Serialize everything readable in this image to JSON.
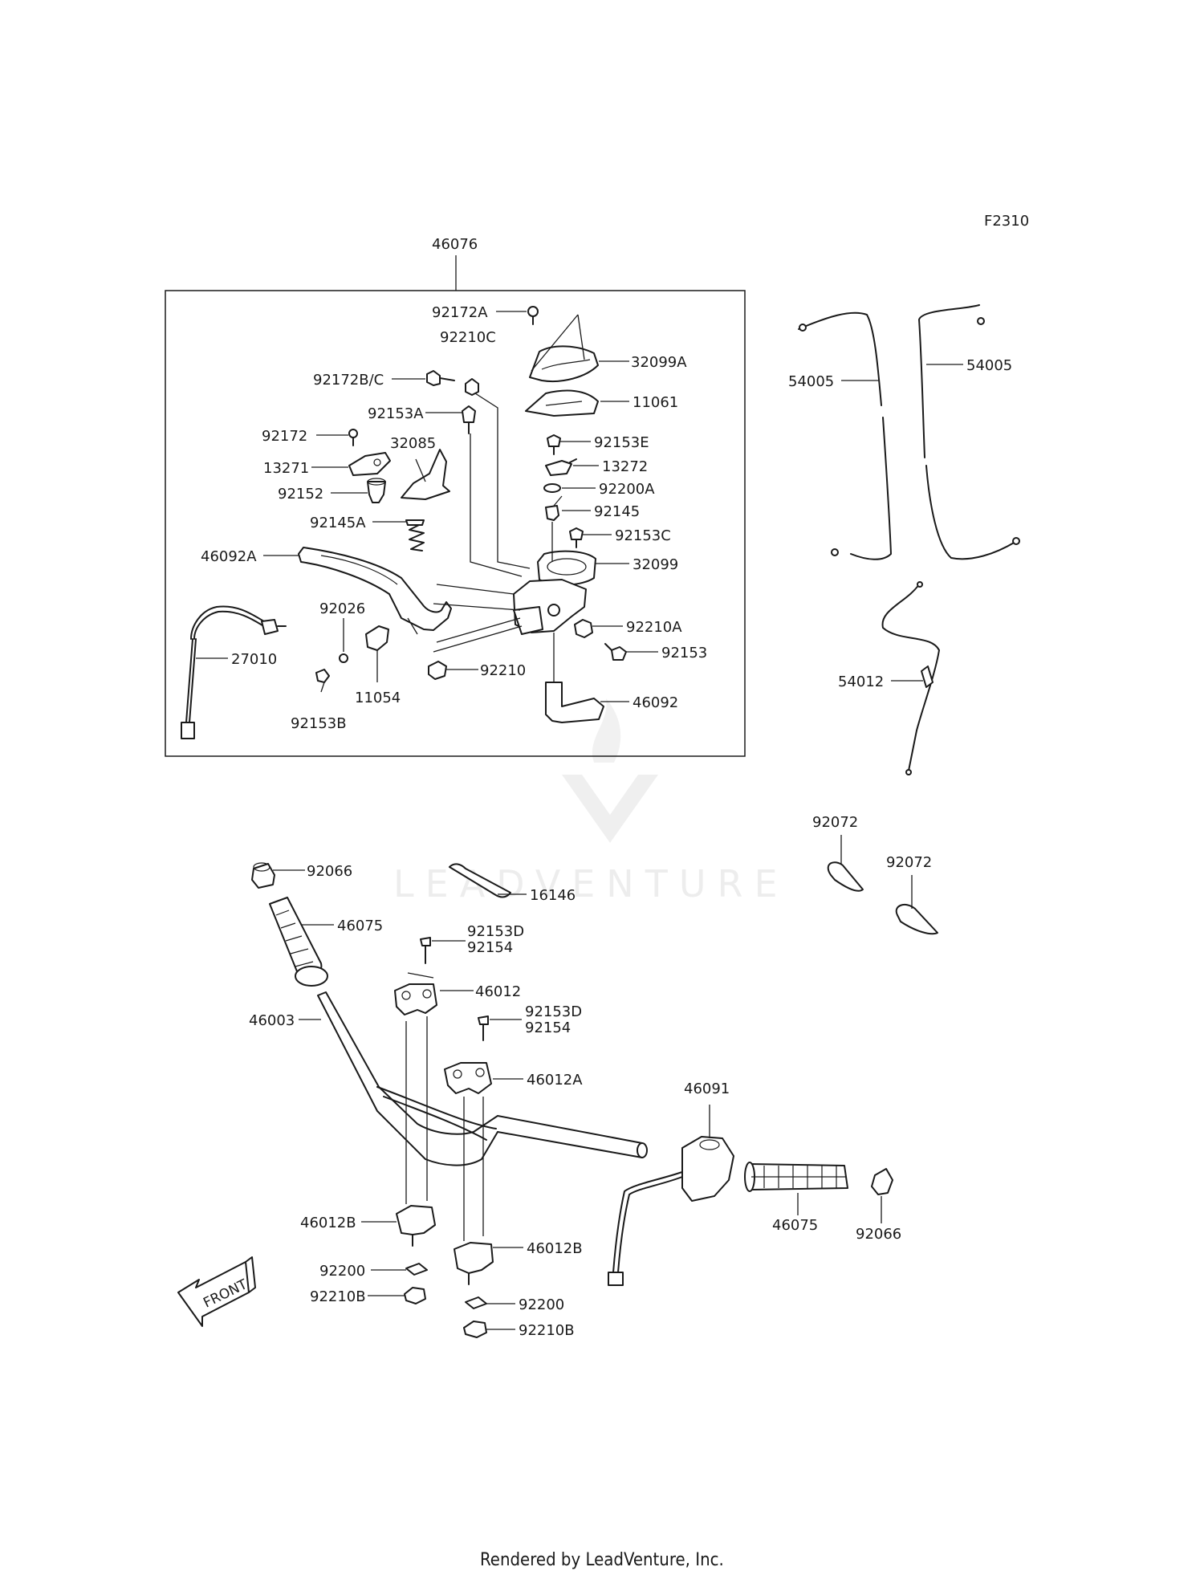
{
  "figure_code": "F2310",
  "assembly_label": "46076",
  "watermark": "LEADVENTURE",
  "footer": "Rendered by LeadVenture, Inc.",
  "front_label": "FRONT",
  "labels": {
    "l92172A": "92172A",
    "l92210C": "92210C",
    "l32099A": "32099A",
    "l92172BC": "92172B/C",
    "l11061": "11061",
    "l92153A": "92153A",
    "l92153E": "92153E",
    "l92172": "92172",
    "l32085": "32085",
    "l13271": "13271",
    "l13272": "13272",
    "l92152": "92152",
    "l92200A": "92200A",
    "l92145": "92145",
    "l92145A": "92145A",
    "l92153C": "92153C",
    "l46092A": "46092A",
    "l32099": "32099",
    "l92026": "92026",
    "l92210A": "92210A",
    "l27010": "27010",
    "l92153": "92153",
    "l92210": "92210",
    "l11054": "11054",
    "l46092": "46092",
    "l92153B": "92153B",
    "l54005a": "54005",
    "l54005b": "54005",
    "l54012": "54012",
    "l92072a": "92072",
    "l92072b": "92072",
    "l92066a": "92066",
    "l16146": "16146",
    "l46075a": "46075",
    "l92153Da": "92153D",
    "l92154a": "92154",
    "l46012": "46012",
    "l46003": "46003",
    "l92153Db": "92153D",
    "l92154b": "92154",
    "l46012A": "46012A",
    "l46091": "46091",
    "l46075b": "46075",
    "l92066b": "92066",
    "l46012Ba": "46012B",
    "l46012Bb": "46012B",
    "l92200a": "92200",
    "l92210Ba": "92210B",
    "l92200b": "92200",
    "l92210Bb": "92210B"
  }
}
